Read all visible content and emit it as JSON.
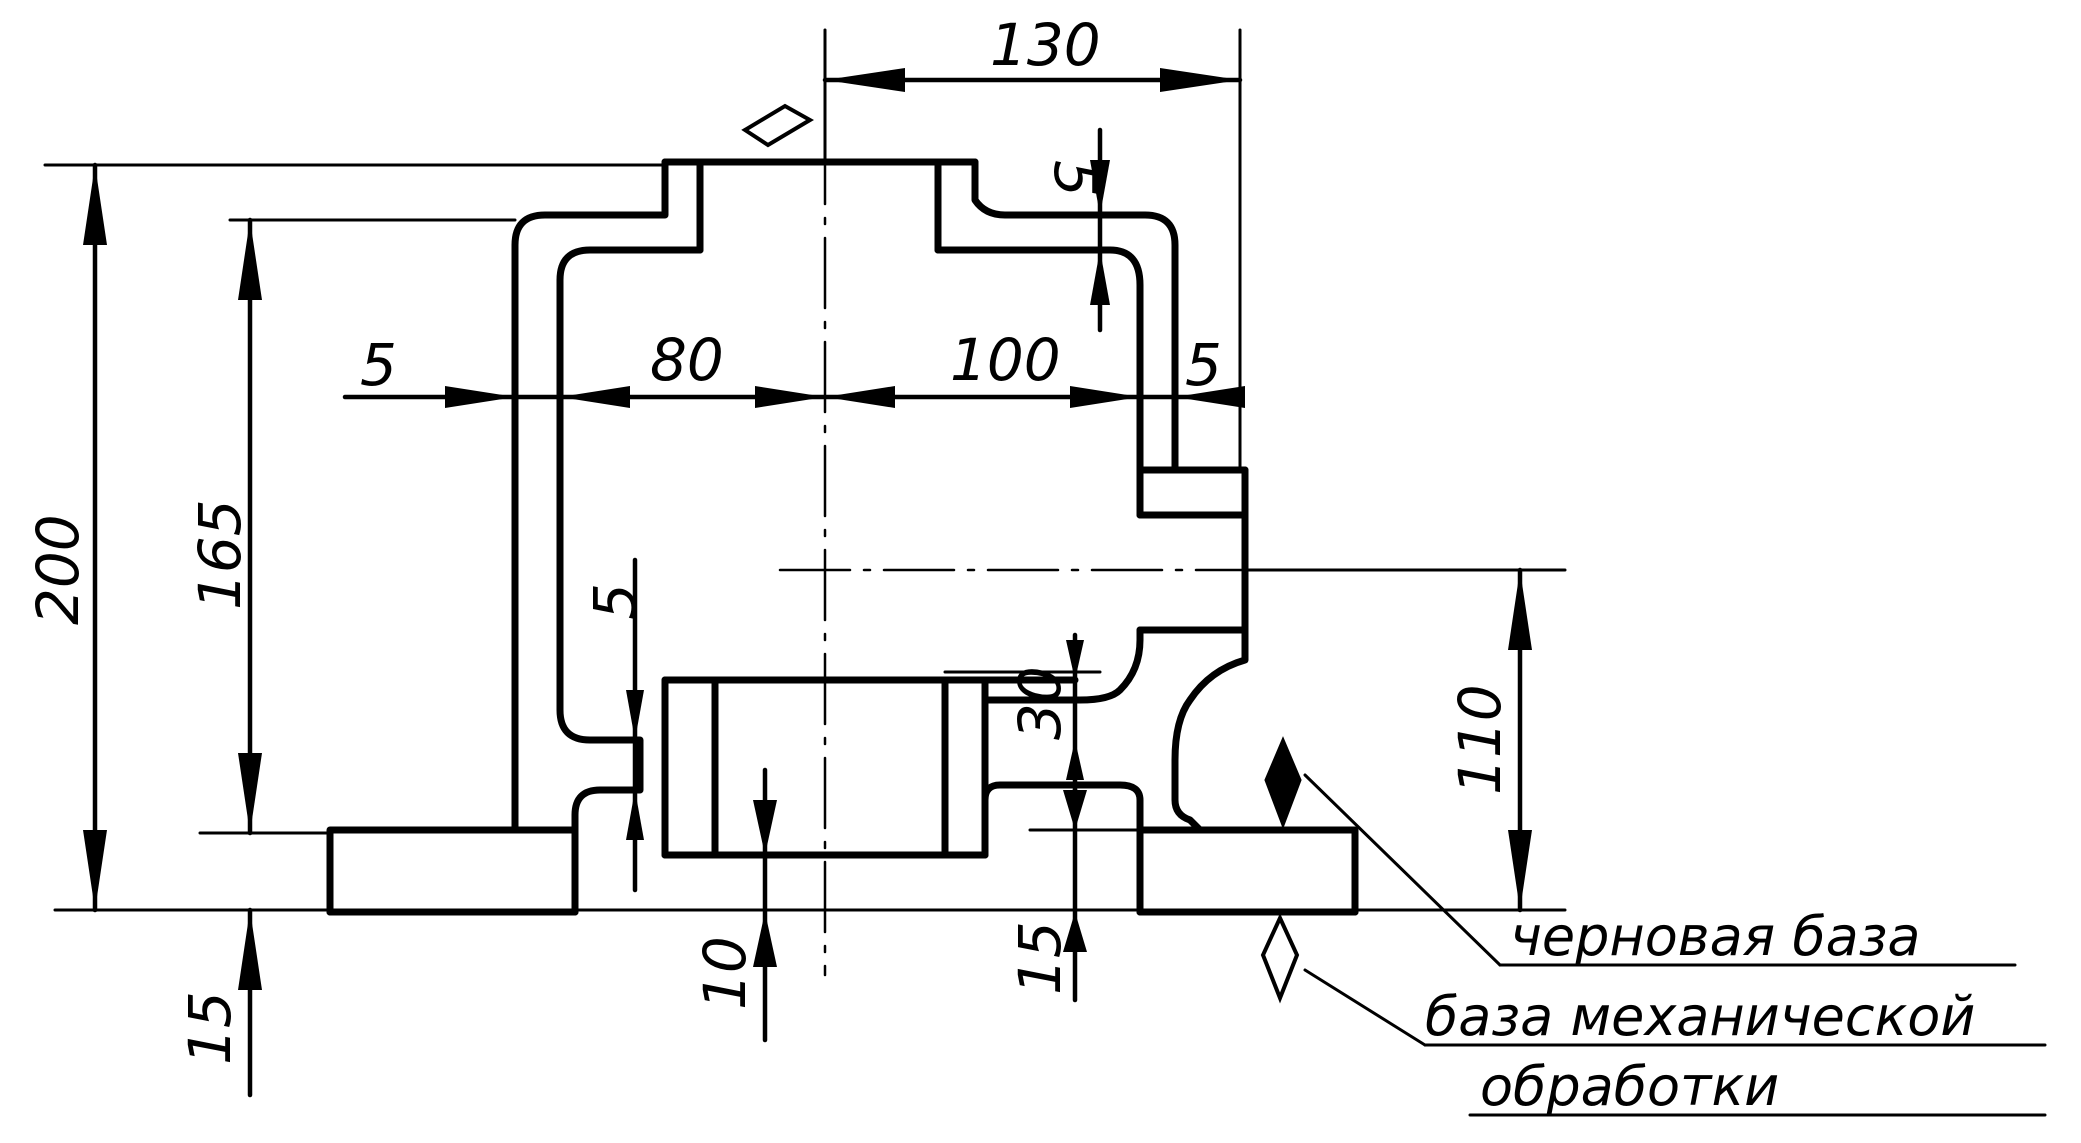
{
  "dimensions": {
    "d130": "130",
    "d5_top": "5",
    "d200": "200",
    "d165": "165",
    "d5_left": "5",
    "d80": "80",
    "d100": "100",
    "d5_right": "5",
    "d5_inner": "5",
    "d30": "30",
    "d110": "110",
    "d15_left": "15",
    "d10": "10",
    "d15_mid": "15"
  },
  "notes": {
    "rough_base": "черновая база",
    "machining_base_line1": "база механической",
    "machining_base_line2": "обработки"
  },
  "colors": {
    "ink": "#000000",
    "paper": "#ffffff"
  }
}
